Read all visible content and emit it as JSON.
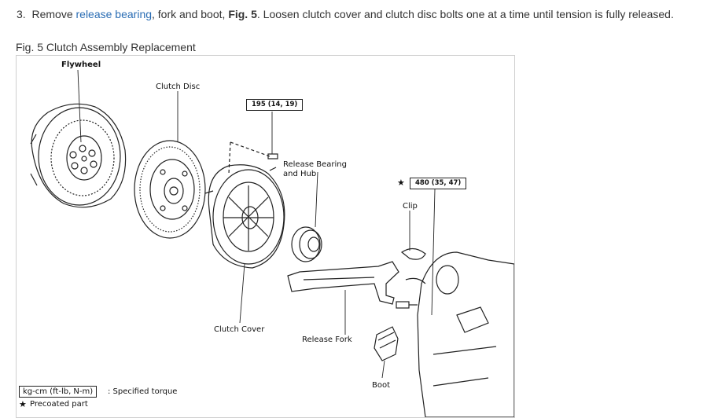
{
  "step": {
    "number": "3.",
    "prefix": "Remove",
    "link": "release bearing",
    "middle": ", fork and boot,",
    "fig_ref": "Fig. 5",
    "suffix": ". Loosen clutch cover and clutch disc bolts one at a time until tension is fully released."
  },
  "figure": {
    "caption": "Fig. 5 Clutch Assembly Replacement",
    "labels": {
      "flywheel": "Flywheel",
      "clutch_disc": "Clutch Disc",
      "release_bearing_1": "Release Bearing",
      "release_bearing_2": "and Hub",
      "clip": "Clip",
      "clutch_cover": "Clutch Cover",
      "release_fork": "Release Fork",
      "boot": "Boot"
    },
    "torque_1": "195 (14, 19)",
    "torque_2": "480 (35, 47)",
    "legend": {
      "unit": "kg-cm (ft-lb, N-m)",
      "unit_desc": ": Specified torque",
      "precoated": "Precoated part",
      "star": "★"
    }
  }
}
